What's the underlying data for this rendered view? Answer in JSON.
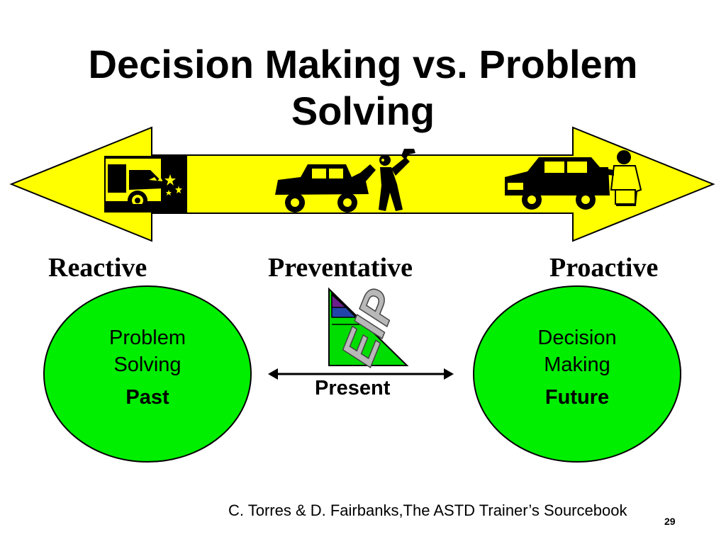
{
  "slide": {
    "title_line1": "Decision Making vs. Problem",
    "title_line2": "Solving",
    "labels": {
      "reactive": "Reactive",
      "preventative": "Preventative",
      "proactive": "Proactive"
    },
    "left_circle": {
      "line1": "Problem",
      "line2": "Solving",
      "emphasis": "Past"
    },
    "right_circle": {
      "line1": "Decision",
      "line2": "Making",
      "emphasis": "Future"
    },
    "center": {
      "logo_text": "EIP",
      "label": "Present"
    },
    "citation": "C. Torres & D. Fairbanks,The ASTD Trainer’s Sourcebook",
    "page_number": "29"
  },
  "colors": {
    "arrow_fill": "#ffff00",
    "circle_fill": "#00ee00",
    "triangle_green": "#00dd00",
    "triangle_blue": "#2244aa",
    "triangle_purple": "#6a1f8a",
    "logo_gray": "#b8b8b8"
  },
  "icons": [
    "crashed-car-icon",
    "car-repair-mechanic-icon",
    "car-inspection-icon",
    "eip-logo-icon"
  ]
}
